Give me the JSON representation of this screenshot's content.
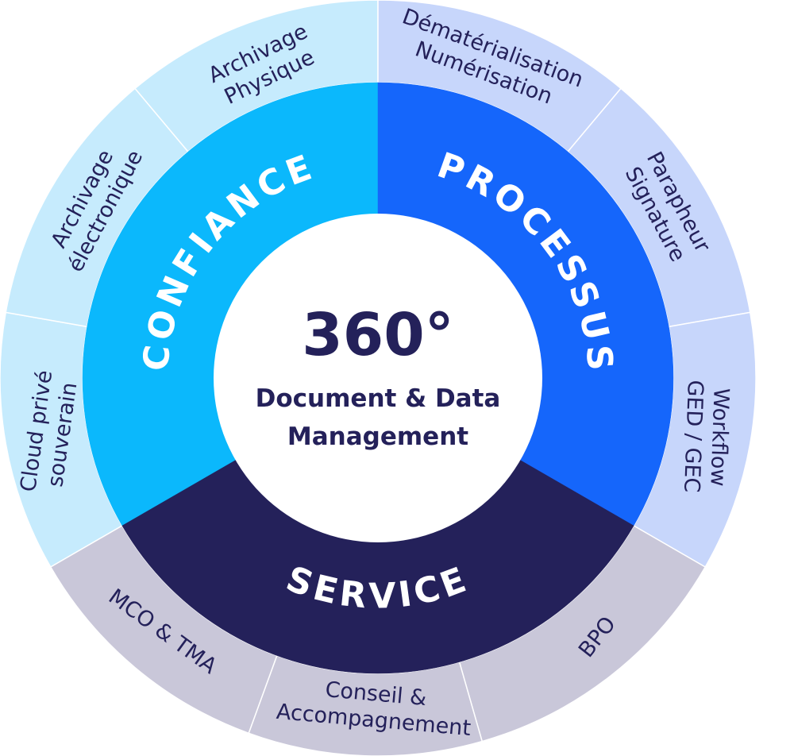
{
  "center": {
    "big": "360°",
    "line1": "Document & Data",
    "line2": "Management"
  },
  "rings": {
    "confiance": "CONFIANCE",
    "processus": "PROCESSUS",
    "service": "SERVICE"
  },
  "outer": {
    "archivage_physique": [
      "Archivage",
      "Physique"
    ],
    "archivage_electronique": [
      "Archivage",
      "électronique"
    ],
    "cloud": [
      "Cloud privé",
      "souverain"
    ],
    "dematerialisation": [
      "Dématérialisation",
      "Numérisation"
    ],
    "parapheur": [
      "Parapheur",
      "Signature"
    ],
    "workflow": [
      "Workflow",
      "GED / GEC"
    ],
    "mco": [
      "MCO & TMA"
    ],
    "conseil": [
      "Conseil &",
      "Accompagnement"
    ],
    "bpo": [
      "BPO"
    ]
  },
  "colors": {
    "confiance": "#0bb8fc",
    "processus": "#1566fb",
    "service": "#24215a",
    "outer_confiance": "#c6ebfd",
    "outer_processus": "#c7d6fb",
    "outer_service": "#c9c7d9",
    "text": "#24215a"
  }
}
